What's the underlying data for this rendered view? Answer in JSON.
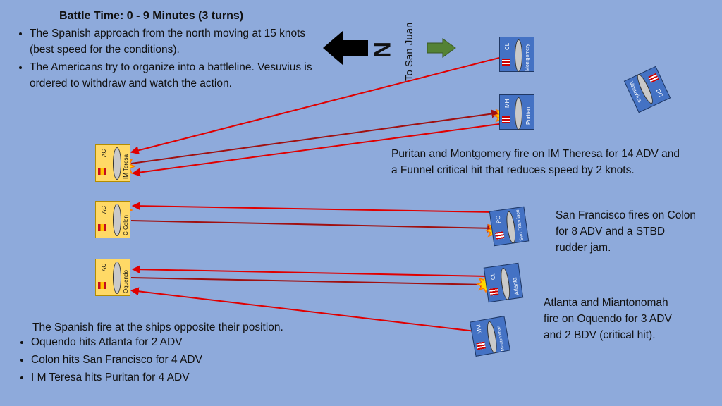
{
  "header": {
    "title": "Battle Time: 0 - 9 Minutes (3 turns)",
    "bullets": [
      "The Spanish approach from the north moving at 15 knots (best speed for the conditions).",
      "The Americans try to organize into a battleline. Vesuvius is ordered to withdraw and watch the action."
    ]
  },
  "compass": {
    "label": "N",
    "direction_label": "To San Juan"
  },
  "notes": {
    "puritan_montgomery": "Puritan and Montgomery fire on IM Theresa for 14 ADV and a Funnel critical hit that reduces speed by 2 knots.",
    "san_francisco": "San Francisco fires on Colon for 8 ADV and a STBD rudder jam.",
    "atlanta_miantonomah": "Atlanta and Miantonomah fire on Oquendo for 3 ADV and 2 BDV (critical hit)."
  },
  "spanish_fire": {
    "heading": "The Spanish fire at the ships opposite their position.",
    "items": [
      "Oquendo hits Atlanta for 2 ADV",
      "Colon hits San Francisco for 4 ADV",
      "I M Teresa hits Puritan for 4 ADV"
    ]
  },
  "counters": {
    "teresa": {
      "type": "AC",
      "name": "IM Teresa"
    },
    "colon": {
      "type": "AC",
      "name": "C Colon"
    },
    "oquendo": {
      "type": "AC",
      "name": "Oquendo"
    },
    "montgomery": {
      "type": "CL",
      "name": "Montgomery"
    },
    "puritan": {
      "type": "MH",
      "name": "Puritan"
    },
    "san_francisco": {
      "type": "PC",
      "name": "San Francisco"
    },
    "atlanta": {
      "type": "CL",
      "name": "Atlanta"
    },
    "miantonomah": {
      "type": "MM",
      "name": "Miantonomah"
    },
    "vesuvius": {
      "type": "DC",
      "name": "Vesuvius"
    }
  },
  "colors": {
    "background": "#8eaadb",
    "spanish_counter": "#ffd966",
    "us_counter": "#4472c4",
    "fire_line_red": "#e00000",
    "fire_line_dark": "#a01010",
    "arrow_green": "#548235"
  }
}
